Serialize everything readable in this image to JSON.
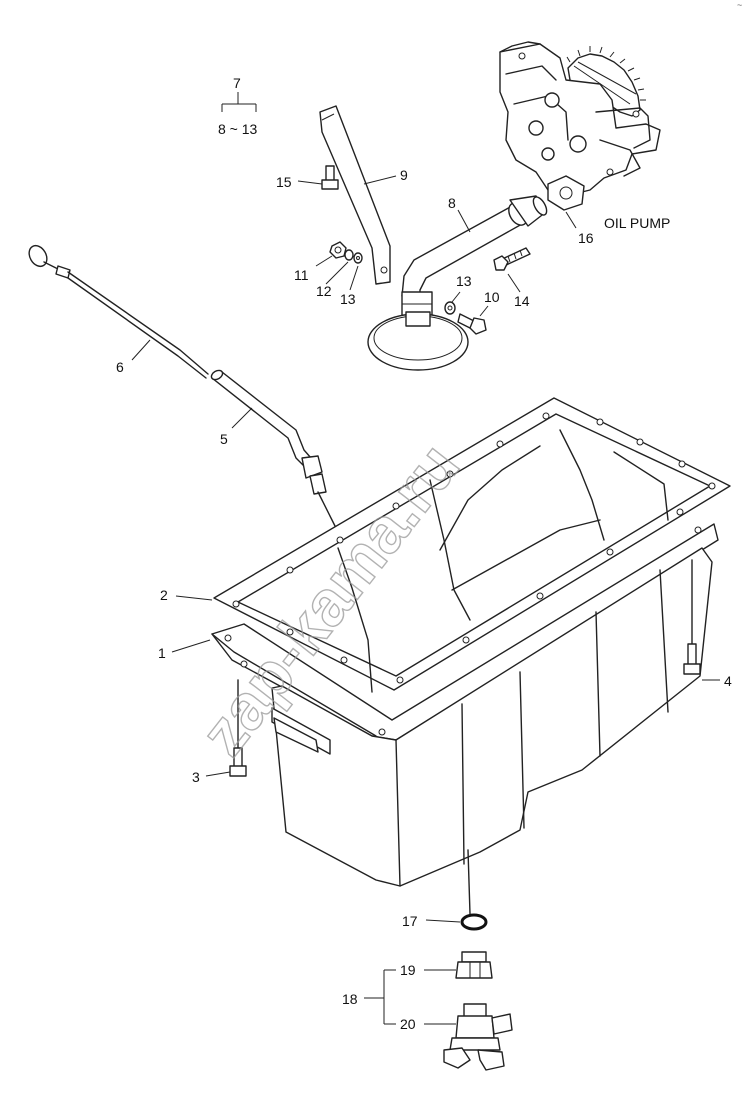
{
  "labels": {
    "l1": "1",
    "l2": "2",
    "l3": "3",
    "l4": "4",
    "l5": "5",
    "l6": "6",
    "l7": "7",
    "l7_range": "8 ~ 13",
    "l8": "8",
    "l9": "9",
    "l10": "10",
    "l11": "11",
    "l12": "12",
    "l13a": "13",
    "l13b": "13",
    "l14": "14",
    "l15": "15",
    "l16": "16",
    "l17": "17",
    "l18": "18",
    "l19": "19",
    "l20": "20",
    "oil_pump": "OIL PUMP"
  },
  "watermark": "zap-kama.ru",
  "corner_mark": "~"
}
